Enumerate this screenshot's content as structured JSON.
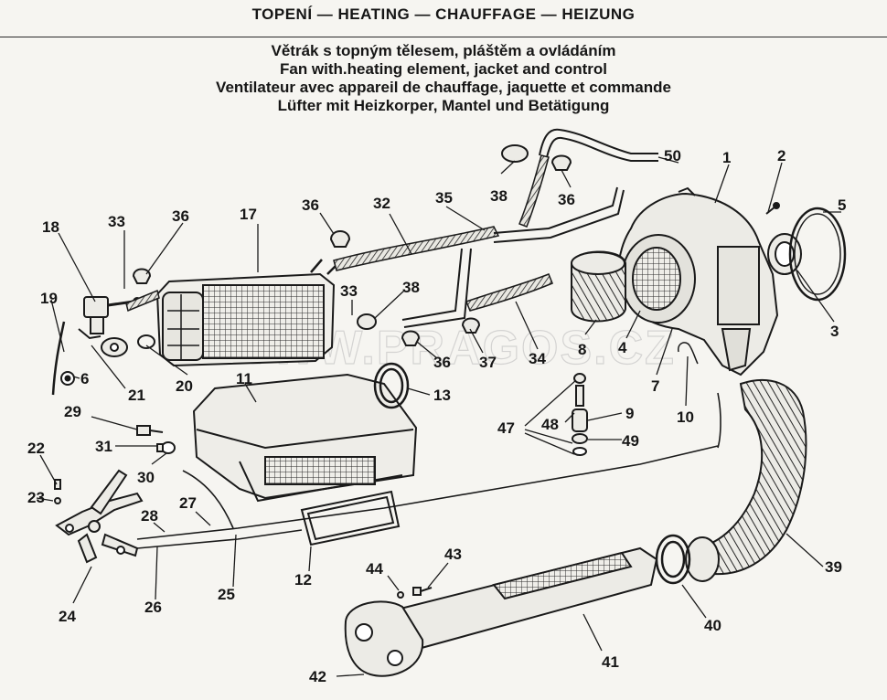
{
  "header": {
    "title": "TOPENÍ — HEATING — CHAUFFAGE — HEIZUNG"
  },
  "subtitles": [
    "Větrák s topným tělesem, pláštěm a ovládáním",
    "Fan with.heating element, jacket and control",
    "Ventilateur avec appareil de chauffage, jaquette et commande",
    "Lüfter mit Heizkorper, Mantel und Betätigung"
  ],
  "watermark": "WWW.PRAGOS.CZ",
  "callouts": {
    "c1": "1",
    "c2": "2",
    "c3": "3",
    "c4": "4",
    "c5": "5",
    "c6": "6",
    "c7": "7",
    "c8": "8",
    "c9": "9",
    "c10": "10",
    "c11": "11",
    "c12": "12",
    "c13": "13",
    "c17": "17",
    "c18": "18",
    "c19": "19",
    "c20": "20",
    "c21": "21",
    "c22": "22",
    "c23": "23",
    "c24": "24",
    "c25": "25",
    "c26": "26",
    "c27": "27",
    "c28": "28",
    "c29": "29",
    "c30": "30",
    "c31": "31",
    "c32": "32",
    "c33a": "33",
    "c33b": "33",
    "c34": "34",
    "c35": "35",
    "c36a": "36",
    "c36b": "36",
    "c36c": "36",
    "c36d": "36",
    "c37": "37",
    "c38a": "38",
    "c38b": "38",
    "c39": "39",
    "c40": "40",
    "c41": "41",
    "c42": "42",
    "c43": "43",
    "c44": "44",
    "c47": "47",
    "c48": "48",
    "c49": "49",
    "c50": "50"
  }
}
